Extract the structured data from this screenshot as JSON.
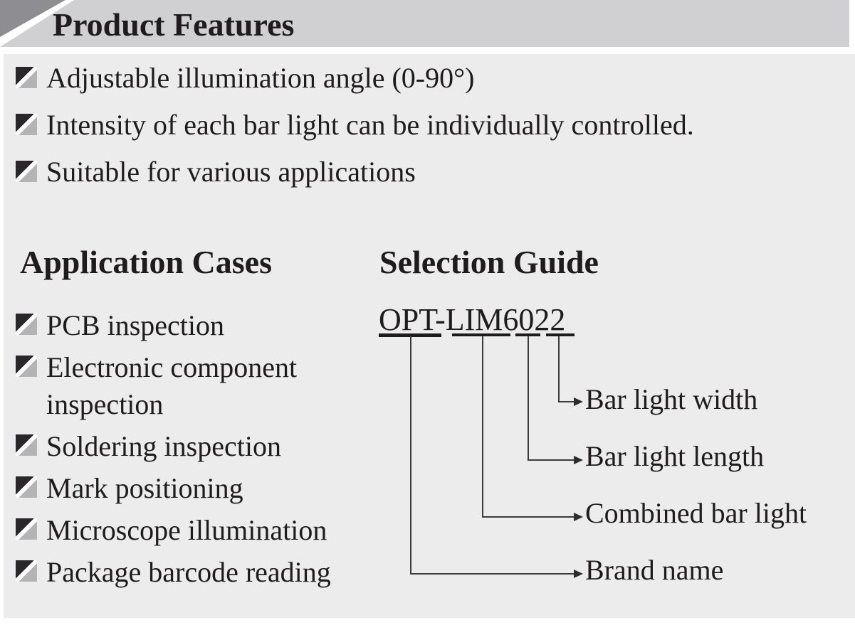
{
  "header": {
    "title": "Product Features"
  },
  "features": {
    "items": [
      "Adjustable illumination angle (0-90°)",
      "Intensity of each bar light can be individually controlled.",
      "Suitable for various applications"
    ]
  },
  "application_cases": {
    "title": "Application Cases",
    "items": [
      "PCB inspection",
      "Electronic component inspection",
      "Soldering inspection",
      "Mark positioning",
      "Microscope illumination",
      "Package barcode reading"
    ]
  },
  "selection_guide": {
    "title": "Selection Guide",
    "model": "OPT-LIM6022",
    "model_underline_groups": [
      "OPT",
      "LIM",
      "60",
      "22"
    ],
    "callouts": [
      "Bar light width",
      "Bar light length",
      "Combined bar light",
      "Brand name"
    ]
  },
  "colors": {
    "header_band": "#d0d0d3",
    "corner_triangle": "#8e8e92",
    "corner_stripe": "#ffffff",
    "content_background": "#ececec",
    "bullet_dark": "#29272a",
    "bullet_gray": "#b4b4b6",
    "text": "#1f1c1e",
    "diagram_line": "#3b3b3c"
  }
}
